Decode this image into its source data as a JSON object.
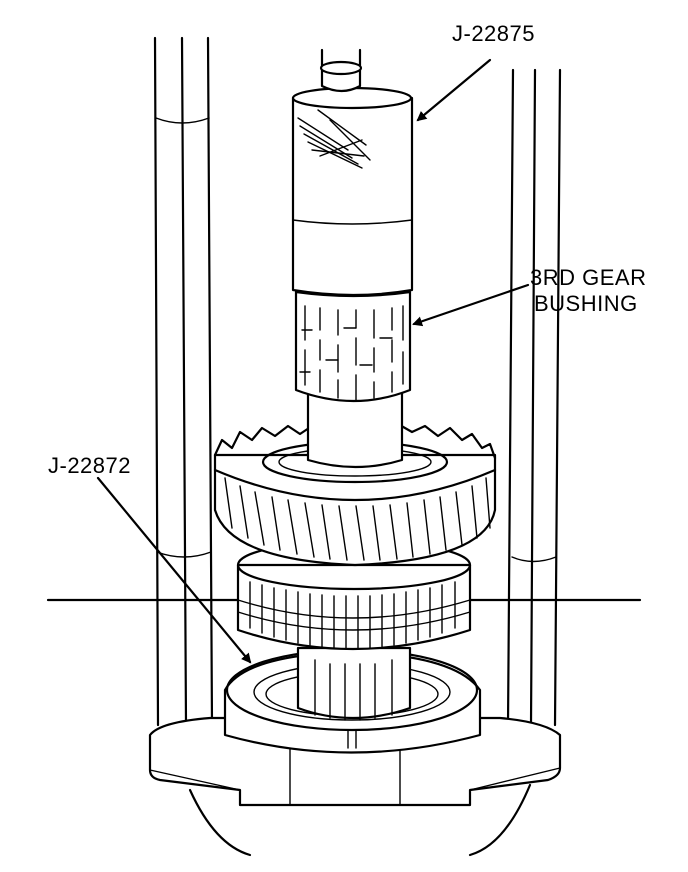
{
  "labels": {
    "tool_top": "J-22875",
    "bushing_line1": "3RD GEAR",
    "bushing_line2": "BUSHING",
    "tool_bottom": "J-22872"
  },
  "colors": {
    "ink": "#000000",
    "background": "#ffffff"
  }
}
